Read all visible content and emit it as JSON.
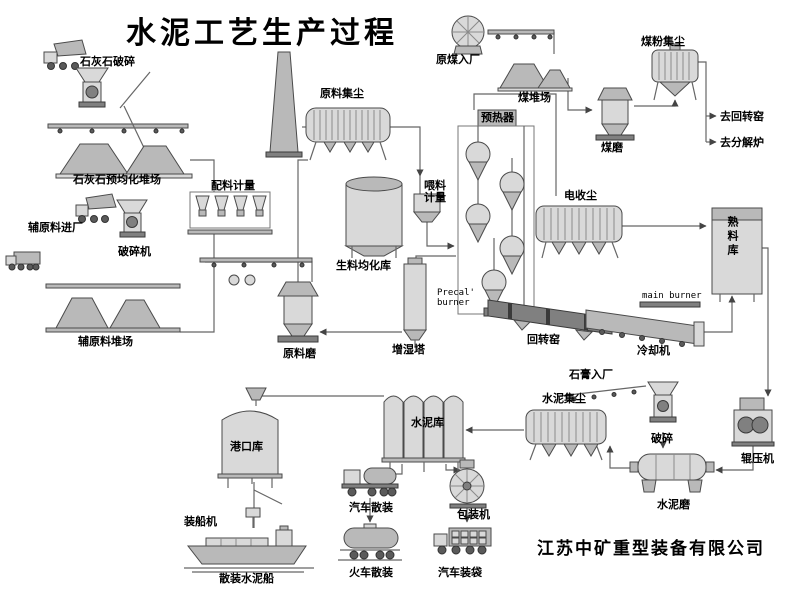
{
  "title": "水泥工艺生产过程",
  "company": "江苏中矿重型装备有限公司",
  "labels": {
    "limestone_crushing": "石灰石破碎",
    "limestone_yard": "石灰石预均化堆场",
    "aux_entry": "辅原料进厂",
    "crusher_machine": "破碎机",
    "aux_yard": "辅原料堆场",
    "batching": "配料计量",
    "raw_dust": "原料集尘",
    "raw_meal_silo": "生料均化库",
    "raw_mill": "原料磨",
    "humidifier": "增湿塔",
    "feed_metering": "喂料\n计量",
    "preheater": "预热器",
    "precal_burner": "Precal'\nburner",
    "coal_entry": "原煤入厂",
    "coal_yard": "煤堆场",
    "coal_dust": "煤粉集尘",
    "coal_mill": "煤磨",
    "to_kiln": "去回转窑",
    "to_calciner": "去分解炉",
    "esp": "电收尘",
    "clinker_silo": "熟料库",
    "rotary_kiln": "回转窑",
    "main_burner": "main burner",
    "cooler": "冷却机",
    "gypsum": "石膏入厂",
    "cement_dust": "水泥集尘",
    "crushing": "破碎",
    "roller_press": "辊压机",
    "cement_mill": "水泥磨",
    "cement_silo": "水泥库",
    "port_silo": "港口库",
    "ship_loader": "装船机",
    "bulk_ship": "散装水泥船",
    "truck_bulk": "汽车散装",
    "train_bulk": "火车散装",
    "packer": "包装机",
    "truck_bagging": "汽车装袋"
  },
  "colors": {
    "equipment_fill": "#d9d9d9",
    "equipment_dark": "#808080",
    "line": "#666666",
    "text": "#000000",
    "background": "#ffffff"
  }
}
